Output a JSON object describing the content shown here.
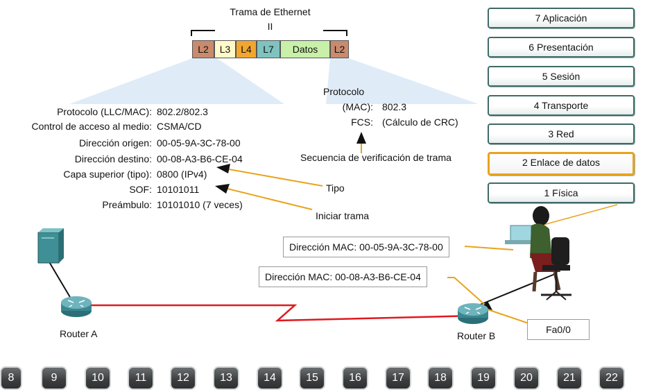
{
  "frame": {
    "title_line1": "Trama de Ethernet",
    "title_line2": "II",
    "cells": [
      {
        "label": "L2",
        "color": "#c98a6d"
      },
      {
        "label": "L3",
        "color": "#fff9c9"
      },
      {
        "label": "L4",
        "color": "#f2a62e"
      },
      {
        "label": "L7",
        "color": "#7fc3c0"
      },
      {
        "label": "Datos",
        "color": "#c8f0a8"
      },
      {
        "label": "L2",
        "color": "#c98a6d"
      }
    ]
  },
  "left_fields": [
    {
      "key": "Protocolo (LLC/MAC):",
      "value": "802.2/802.3"
    },
    {
      "key": "Control de acceso al medio:",
      "value": "CSMA/CD"
    },
    {
      "key": "Dirección origen:",
      "value": "00-05-9A-3C-78-00"
    },
    {
      "key": "Dirección destino:",
      "value": "00-08-A3-B6-CE-04"
    },
    {
      "key": "Capa superior (tipo):",
      "value": "0800 (IPv4)"
    },
    {
      "key": "SOF:",
      "value": "10101011"
    },
    {
      "key": "Preámbulo:",
      "value": "10101010 (7 veces)"
    }
  ],
  "right_fields": {
    "protocol_label": "Protocolo",
    "mac_key": "(MAC):",
    "mac_value": "802.3",
    "fcs_key": "FCS:",
    "fcs_value": "(Cálculo de CRC)"
  },
  "annotations": {
    "fcs_caption": "Secuencia de verificación de trama",
    "tipo": "Tipo",
    "iniciar": "Iniciar trama"
  },
  "osi_layers": [
    "7 Aplicación",
    "6 Presentación",
    "5 Sesión",
    "4 Transporte",
    "3 Red",
    "2 Enlace de datos",
    "1 Física"
  ],
  "active_layer": "2 Enlace de datos",
  "mac_labels": {
    "pc": "Dirección MAC: 00-05-9A-3C-78-00",
    "router_b": "Dirección MAC: 00-08-A3-B6-CE-04",
    "interface": "Fa0/0"
  },
  "devices": {
    "router_a": "Router A",
    "router_b": "Router B"
  },
  "nav_pages": [
    "8",
    "9",
    "10",
    "11",
    "12",
    "13",
    "14",
    "15",
    "16",
    "17",
    "18",
    "19",
    "20",
    "21",
    "22"
  ],
  "colors": {
    "accent_orange": "#e9a31b",
    "link_red": "#e0191f",
    "layer_border": "#3e6a66"
  }
}
